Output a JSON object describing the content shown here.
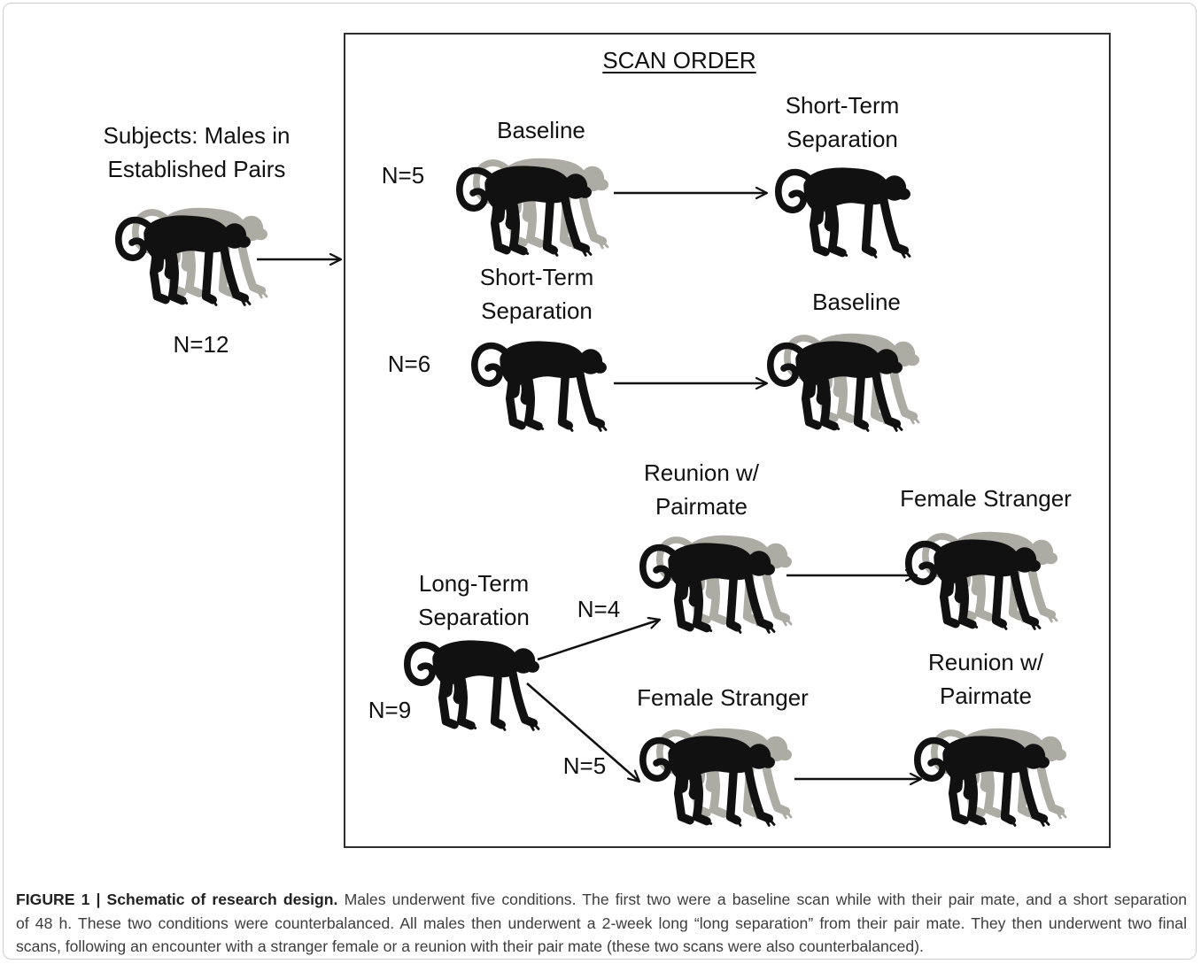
{
  "figure": {
    "scan_order_title": "SCAN ORDER",
    "subjects": {
      "lines": [
        "Subjects: Males in",
        "Established Pairs"
      ],
      "n": "N=12"
    },
    "short_term_groups": [
      {
        "n": "N=5",
        "first_scan": [
          "Baseline"
        ],
        "second_scan": [
          "Short-Term",
          "Separation"
        ]
      },
      {
        "n": "N=6",
        "first_scan": [
          "Short-Term",
          "Separation"
        ],
        "second_scan": [
          "Baseline"
        ]
      }
    ],
    "long_term": {
      "lines": [
        "Long-Term",
        "Separation"
      ],
      "n": "N=9",
      "branches": [
        {
          "n": "N=4",
          "first_scan": [
            "Reunion w/",
            "Pairmate"
          ],
          "second_scan": [
            "Female Stranger"
          ]
        },
        {
          "n": "N=5",
          "first_scan": [
            "Female Stranger"
          ],
          "second_scan": [
            "Reunion w/",
            "Pairmate"
          ]
        }
      ]
    }
  },
  "icons": {
    "male": "male-monkey-icon",
    "pair_mate": "pairmate-monkey-icon"
  },
  "colors": {
    "male_silhouette": "#111111",
    "pairmate_silhouette": "#acaba4",
    "arrows": "#111111",
    "scan_box_border": "#2e2e2e",
    "frame_border": "#cfcfcf"
  },
  "caption": {
    "label": "FIGURE 1 | Schematic of research design.",
    "lines": [
      "Males underwent five conditions. The first two were a baseline scan while with their pair mate, and a short separation",
      "of 48 h. These two conditions were counterbalanced. All males then underwent a 2-week long “long separation” from their pair mate. They then underwent two final",
      "scans, following an encounter with a stranger female or a reunion with their pair mate (these two scans were also counterbalanced)."
    ]
  }
}
